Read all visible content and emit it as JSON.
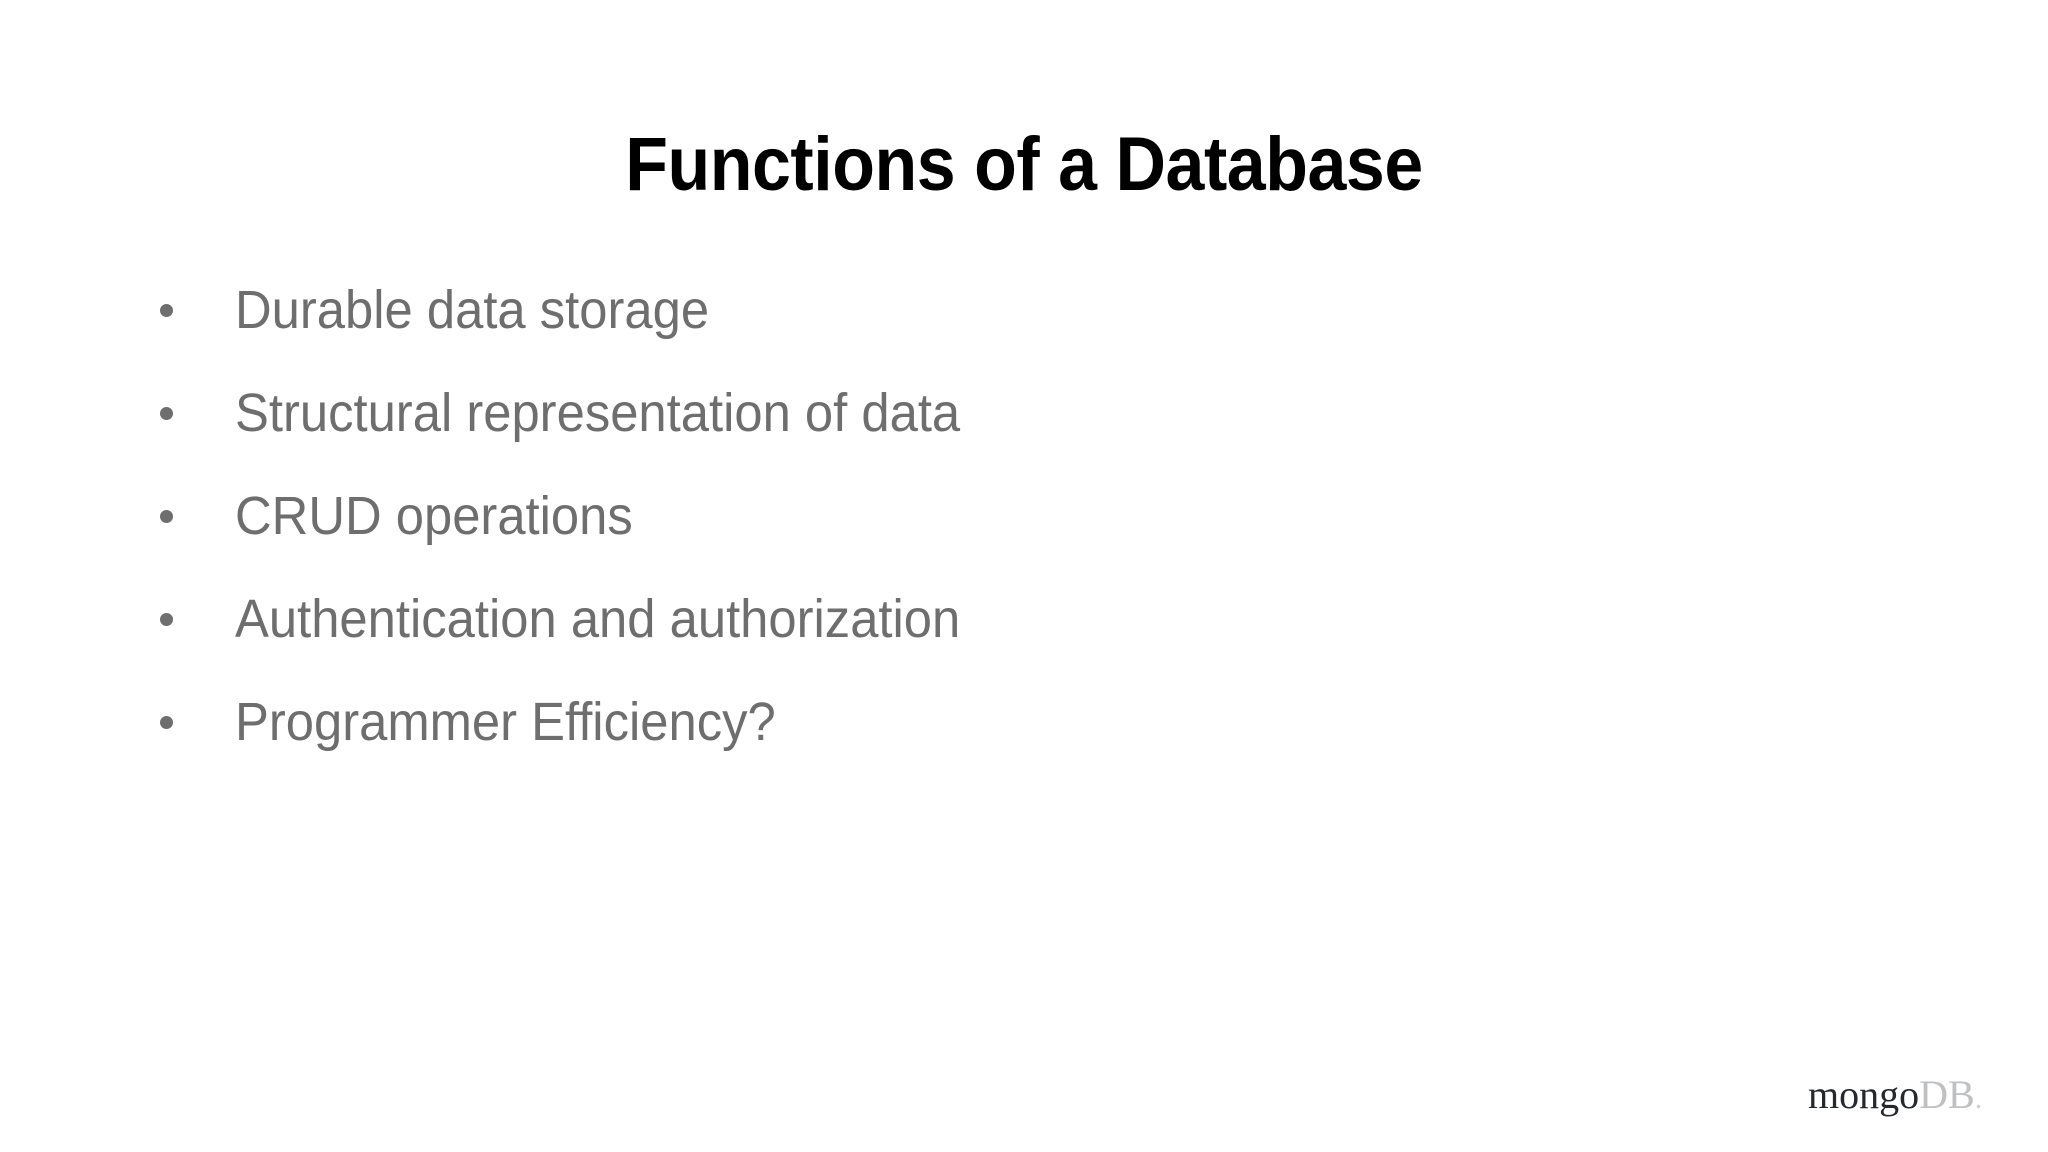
{
  "slide": {
    "title": "Functions of a Database",
    "background_color": "#ffffff",
    "title_color": "#000000",
    "body_text_color": "#6e6e6e",
    "bullets": [
      {
        "text": "Durable data storage"
      },
      {
        "text": "Structural representation of data"
      },
      {
        "text": "CRUD operations"
      },
      {
        "text": "Authentication and authorization"
      },
      {
        "text": "Programmer Efficiency?"
      }
    ]
  },
  "logo": {
    "primary": "mongo",
    "secondary": "DB",
    "dot": ".",
    "primary_color": "#26292b",
    "secondary_color": "#bfc0c2"
  }
}
